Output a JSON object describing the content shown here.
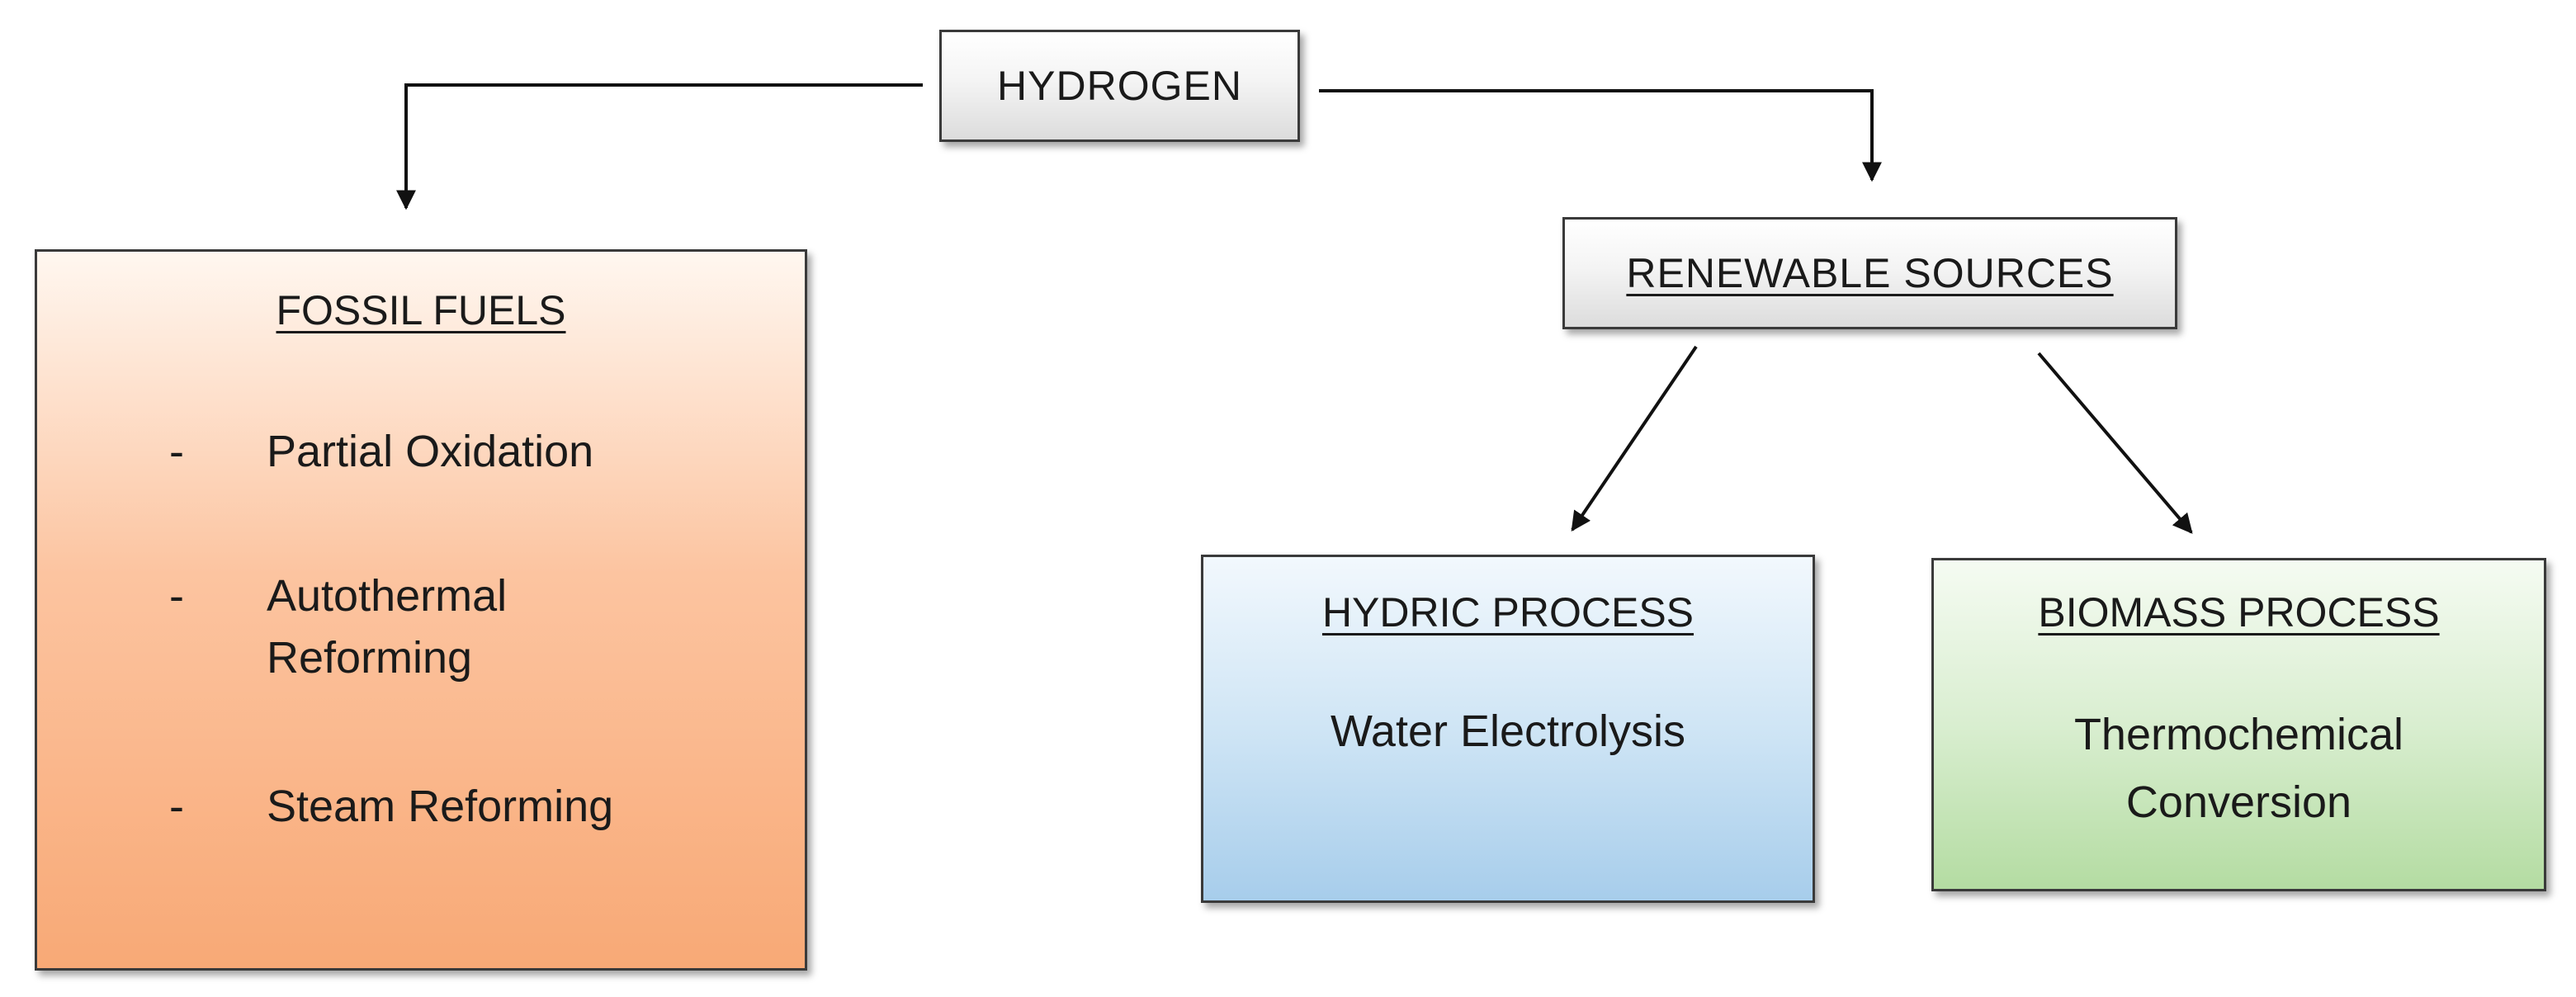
{
  "diagram": {
    "root": {
      "label": "HYDROGEN"
    },
    "fossil_fuels": {
      "title": "FOSSIL FUELS",
      "items": [
        {
          "dash": "-",
          "lines": [
            "Partial Oxidation"
          ]
        },
        {
          "dash": "-",
          "lines": [
            "Autothermal",
            "Reforming"
          ]
        },
        {
          "dash": "-",
          "lines": [
            "Steam Reforming"
          ]
        }
      ]
    },
    "renewable_sources": {
      "label": "RENEWABLE SOURCES"
    },
    "hydric_process": {
      "title": "HYDRIC PROCESS",
      "lines": [
        "Water Electrolysis"
      ]
    },
    "biomass_process": {
      "title": "BIOMASS PROCESS",
      "lines": [
        "Thermochemical",
        "Conversion"
      ]
    }
  }
}
